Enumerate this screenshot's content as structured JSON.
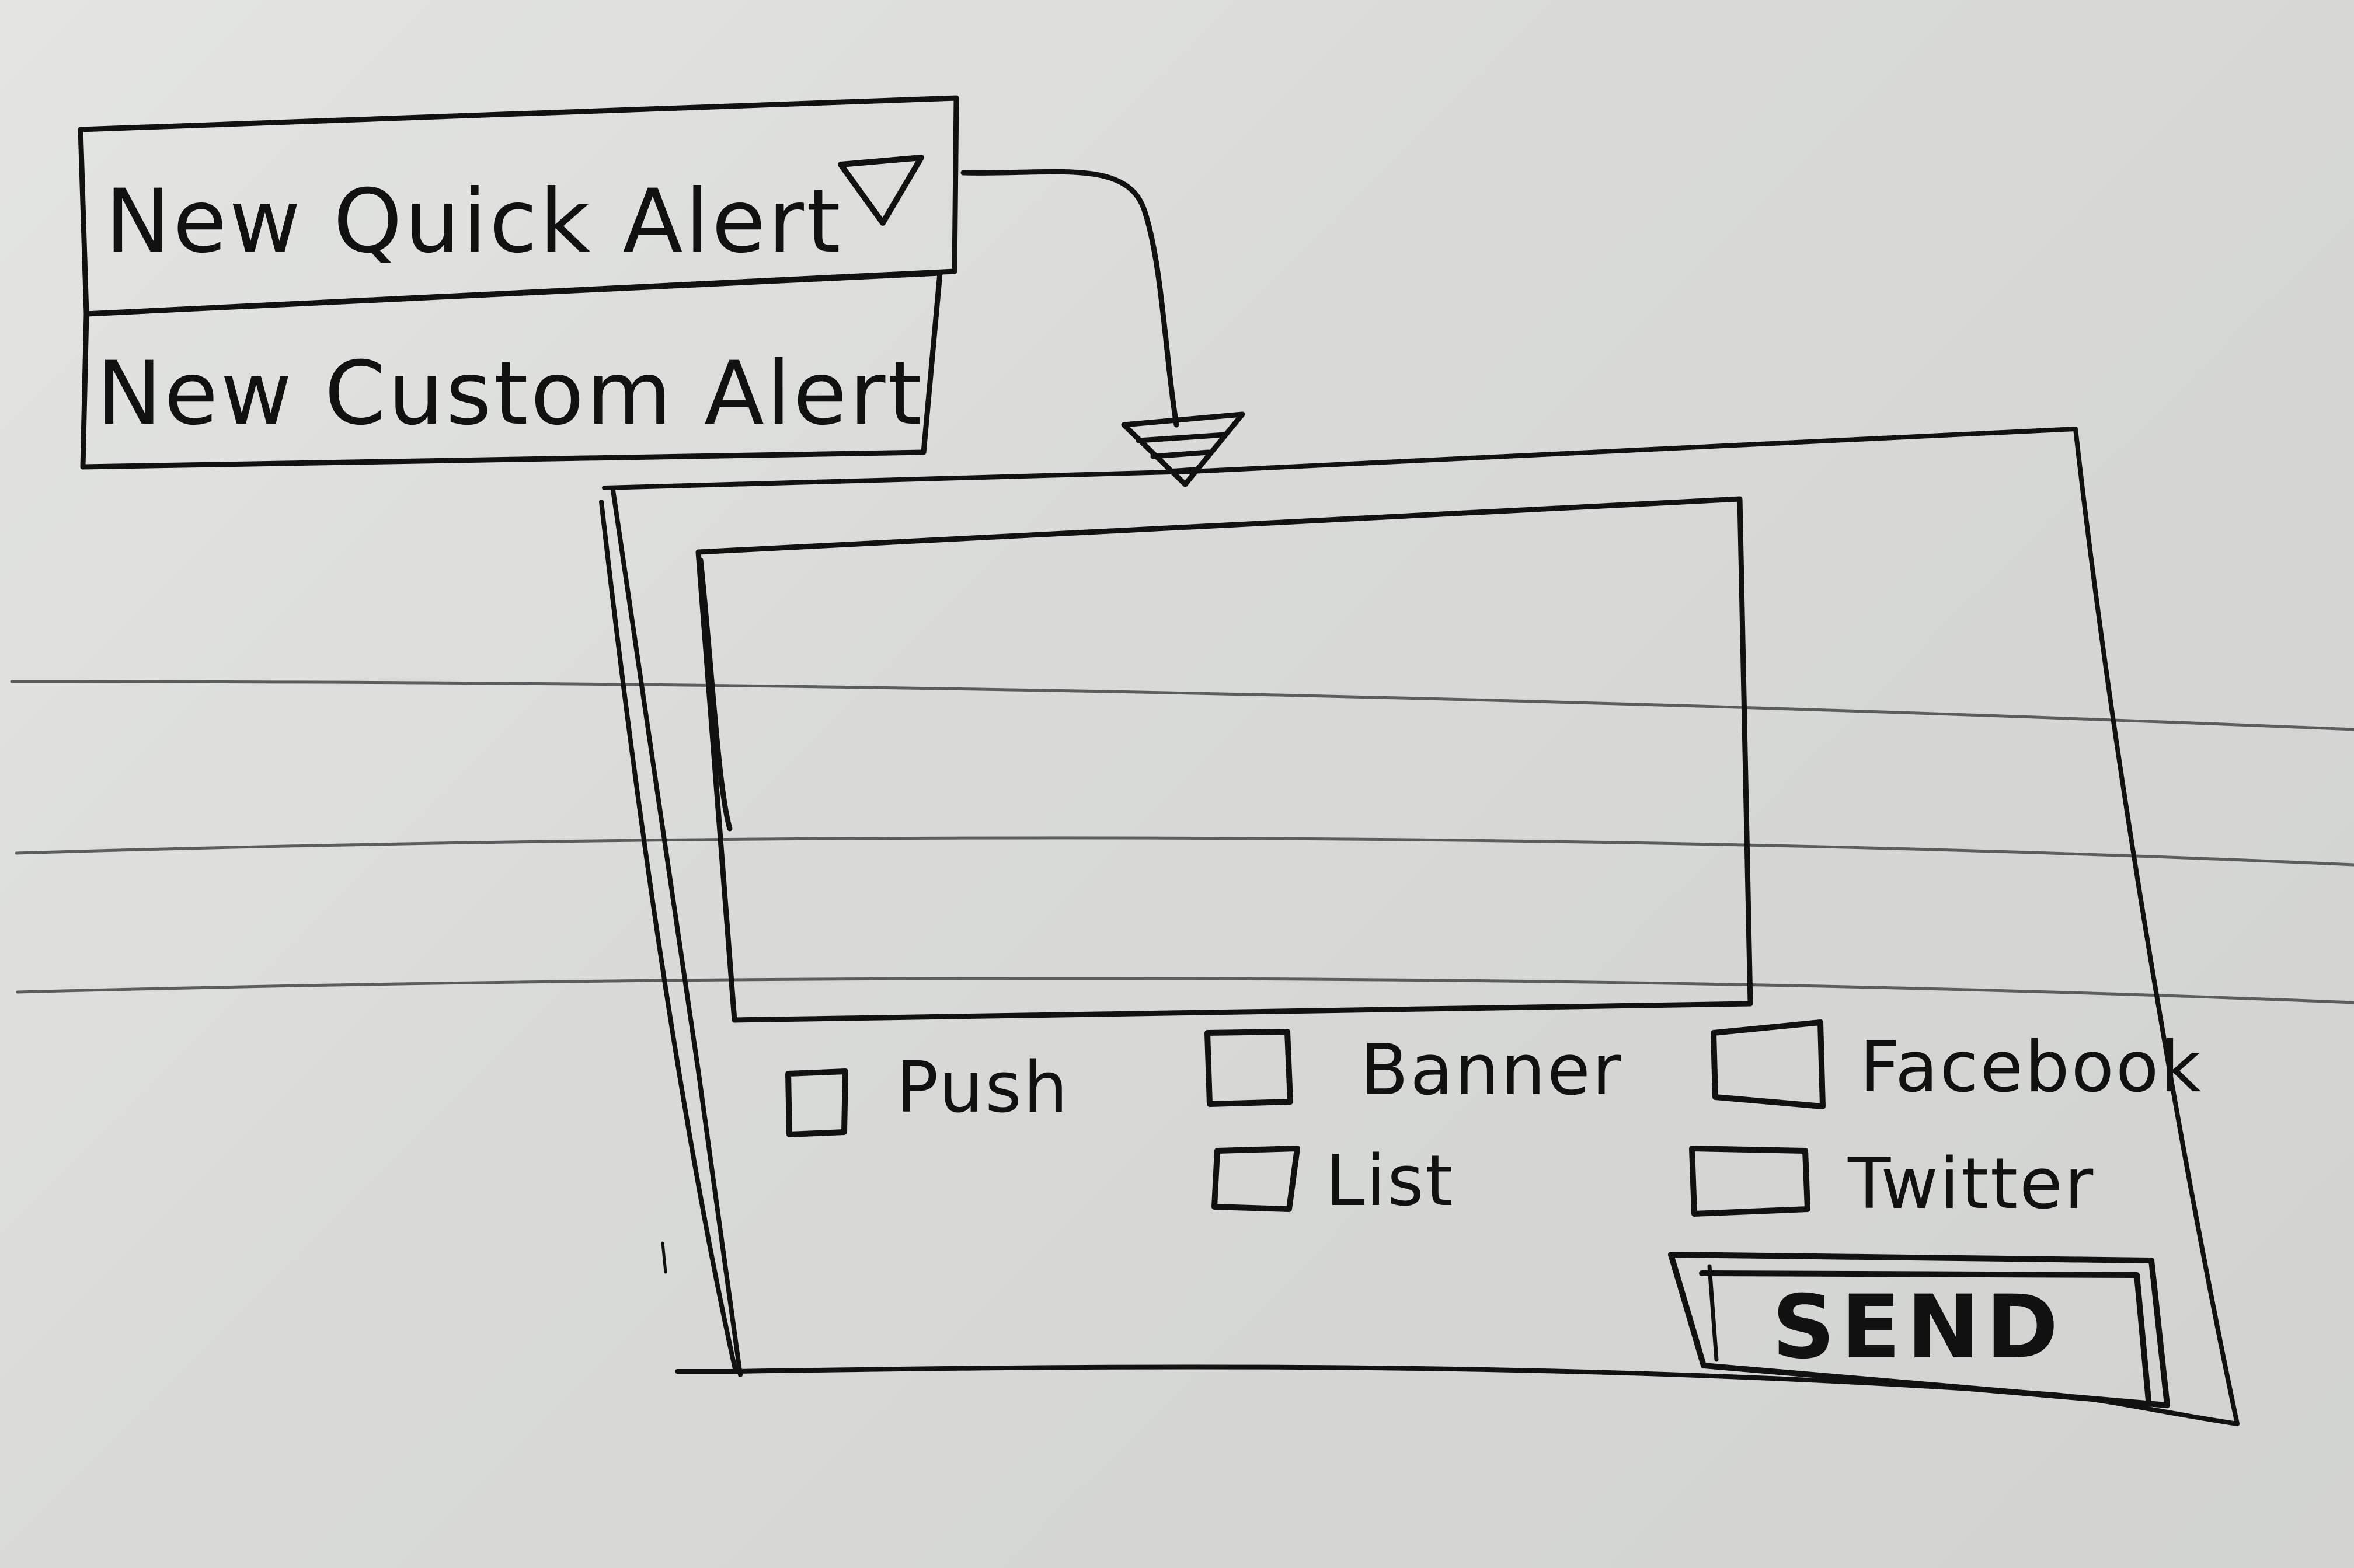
{
  "alert_menu": {
    "items": [
      {
        "label": "New Quick Alert",
        "expand_icon": "triangle-down-icon"
      },
      {
        "label": "New Custom Alert"
      }
    ]
  },
  "alert_dialog": {
    "message_box": {
      "value": ""
    },
    "channels": [
      {
        "label": "Push",
        "checked": false
      },
      {
        "label": "Banner",
        "checked": false
      },
      {
        "label": "Facebook",
        "checked": false
      },
      {
        "label": "List",
        "checked": false
      },
      {
        "label": "Twitter",
        "checked": false
      }
    ],
    "send_label": "SEND"
  },
  "colors": {
    "ink": "#111111",
    "paper": "#dcdddc",
    "ruled_line": "#5a5c5d"
  }
}
